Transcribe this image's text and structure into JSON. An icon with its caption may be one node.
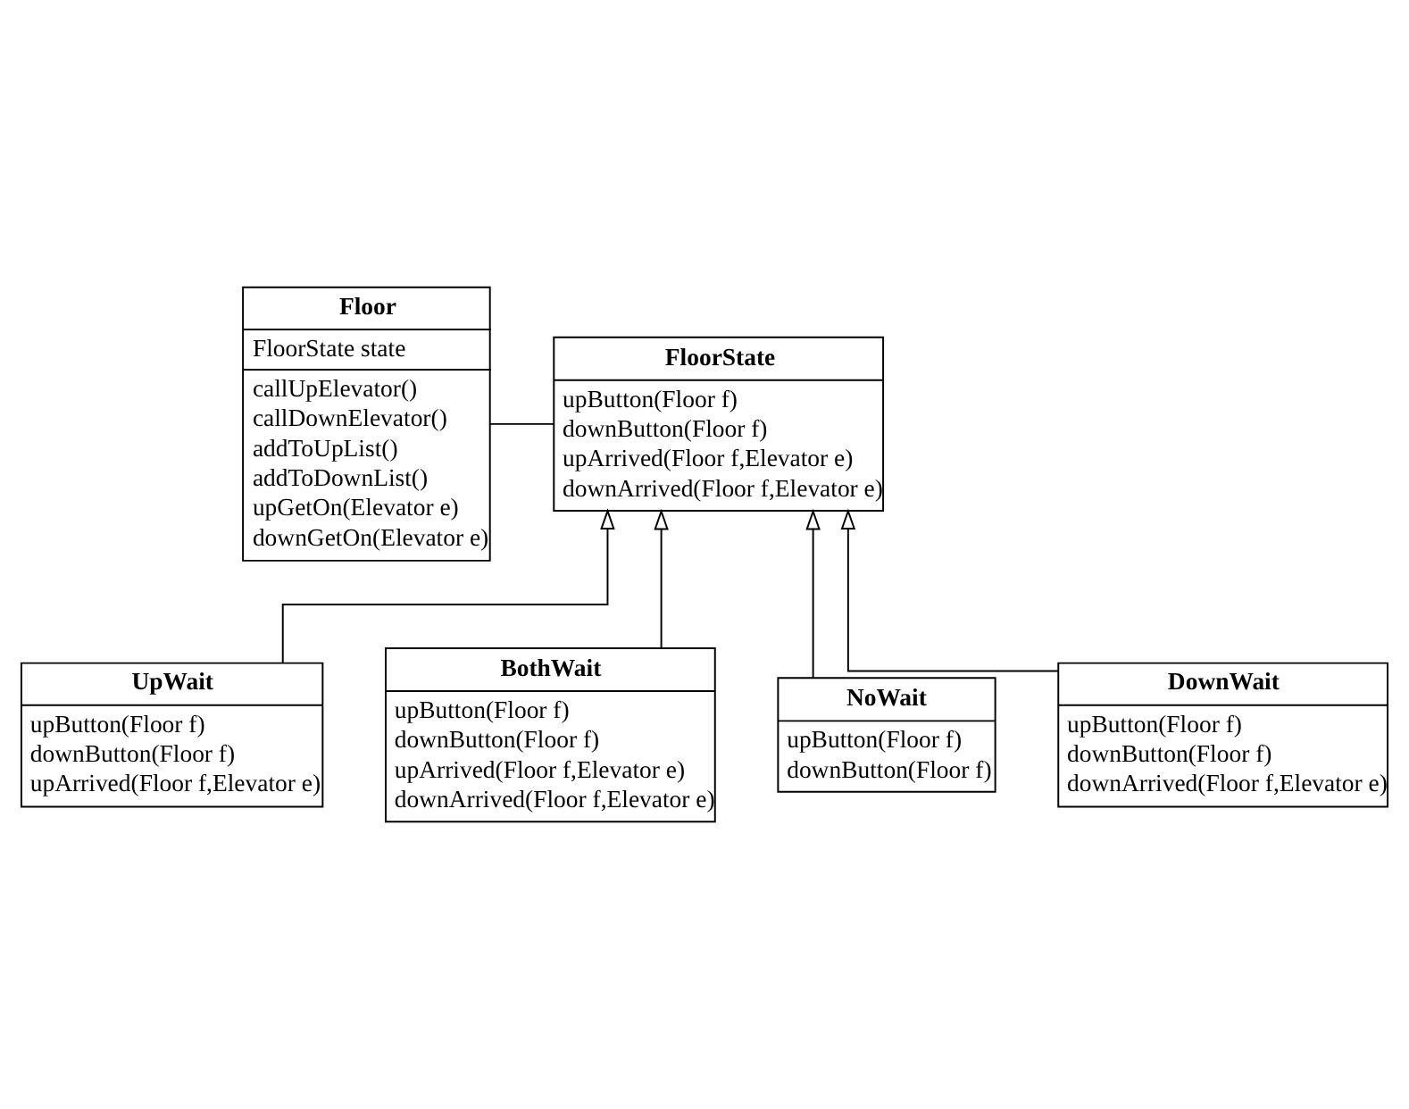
{
  "diagram": {
    "nodes": [
      {
        "text": [
          "Floor",
          "FloorState state",
          "callUpElevator()",
          "callDownElevator()",
          "addToUpList()",
          "addToDownList()",
          "upGetOn(Elevator e)",
          "downGetOn(Elevator e)"
        ]
      },
      {
        "text": [
          "FloorState",
          "upButton(Floor f)",
          "downButton(Floor f)",
          "upArrived(Floor f,Elevator e)",
          "downArrived(Floor f,Elevator e)"
        ]
      },
      {
        "text": [
          "UpWait",
          "upButton(Floor f)",
          "downButton(Floor f)",
          "upArrived(Floor f,Elevator e)"
        ]
      },
      {
        "text": [
          "BothWait",
          "upButton(Floor f)",
          "downButton(Floor f)",
          "upArrived(Floor f,Elevator e)",
          "downArrived(Floor f,Elevator e)"
        ]
      },
      {
        "text": [
          "NoWait",
          "upButton(Floor f)",
          "downButton(Floor f)"
        ]
      },
      {
        "text": [
          "DownWait",
          "upButton(Floor f)",
          "downButton(Floor f)",
          "downArrived(Floor f,Elevator e)"
        ]
      }
    ],
    "edges": [
      {
        "from": 0,
        "to": 1,
        "arrow": "none"
      },
      {
        "from": 4,
        "to": 1,
        "arrow": "to"
      },
      {
        "from": 2,
        "to": 1,
        "arrow": "to"
      },
      {
        "from": 5,
        "to": 1,
        "arrow": "to"
      },
      {
        "from": 3,
        "to": 1,
        "arrow": "to"
      }
    ]
  }
}
